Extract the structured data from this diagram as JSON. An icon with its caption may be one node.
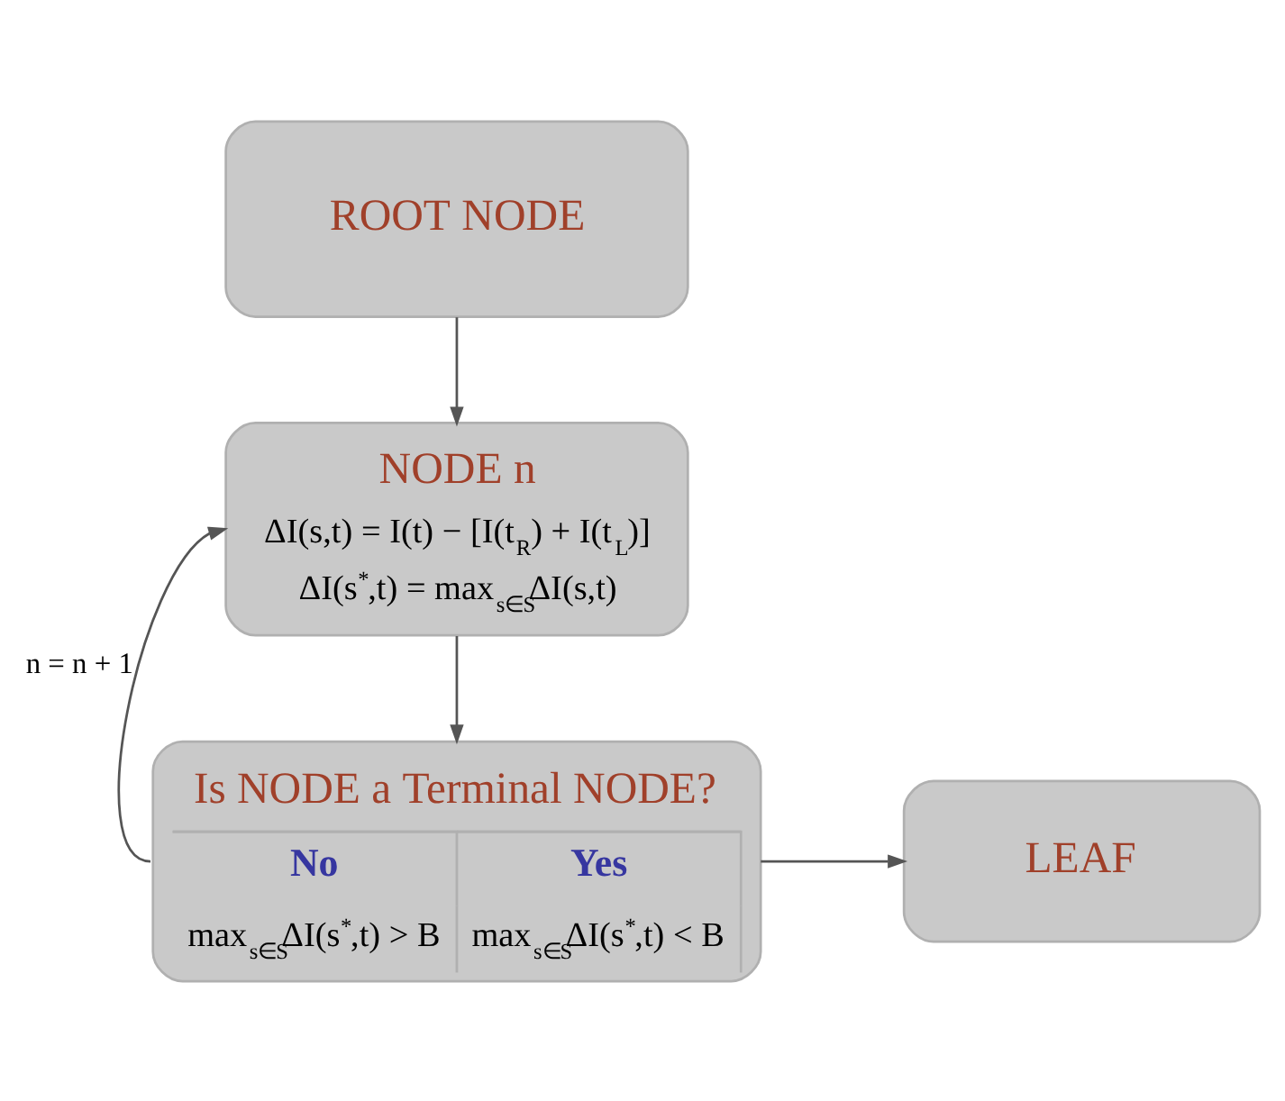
{
  "diagram": {
    "nodes": [
      {
        "text": [
          "ROOT NODE"
        ]
      },
      {
        "text": [
          "NODE n",
          "ΔI(s,t) = I(t) − [I(t$_{R}$) + I(t$_{L}$)]",
          "ΔI(s$^{*}$,t) = max$_{s∈S}$ΔI(s,t)"
        ]
      },
      {
        "text": [
          "Is NODE a Terminal NODE?",
          "No",
          "max$_{s∈S}$ΔI(s$^{*}$,t) > B",
          "Yes",
          "max$_{s∈S}$ΔI(s$^{*}$,t) < B"
        ]
      },
      {
        "text": [
          "LEAF"
        ]
      }
    ],
    "edges": [
      {
        "from": 0,
        "to": 1,
        "arrow": "to"
      },
      {
        "from": 1,
        "to": 2,
        "arrow": "to"
      },
      {
        "from": 2,
        "to": 1,
        "arrow": "to",
        "label": "n = n + 1"
      },
      {
        "from": 2,
        "to": 3,
        "arrow": "to"
      }
    ]
  }
}
